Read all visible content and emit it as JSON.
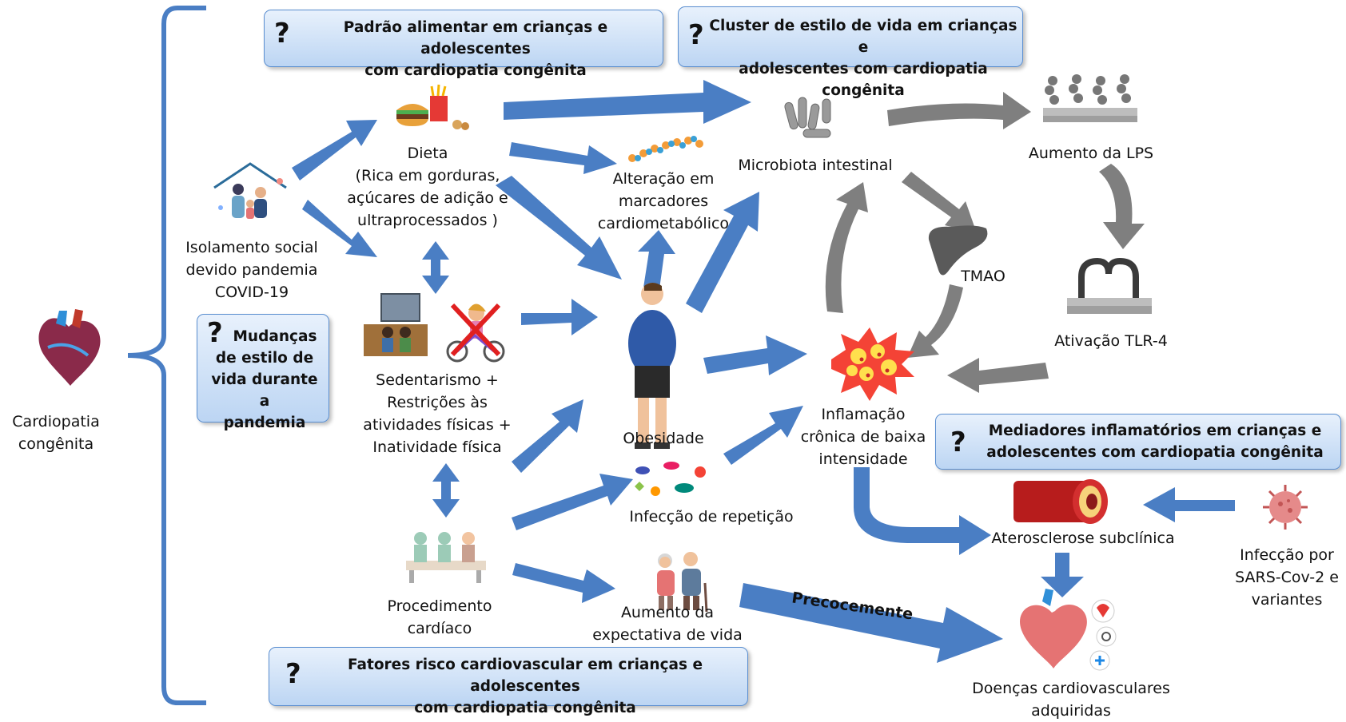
{
  "nodes": {
    "cardiopatia": [
      "Cardiopatia",
      "congênita"
    ],
    "isolamento": [
      "Isolamento social",
      "devido pandemia",
      "COVID-19"
    ],
    "dieta": [
      "Dieta",
      "(Rica em gorduras,",
      "açúcares de adição e",
      "ultraprocessados )"
    ],
    "sedentarismo": [
      "Sedentarismo +",
      "Restrições às",
      "atividades físicas +",
      "Inatividade física"
    ],
    "procedimento": [
      "Procedimento",
      "cardíaco"
    ],
    "alteracao": [
      "Alteração em",
      "marcadores",
      "cardiometabólico"
    ],
    "obesidade": [
      "Obesidade"
    ],
    "infeccao_repeticao": [
      "Infecção de repetição"
    ],
    "expectativa": [
      "Aumento da",
      "expectativa de vida"
    ],
    "microbiota": [
      "Microbiota intestinal"
    ],
    "lps": [
      "Aumento da LPS"
    ],
    "tmao": [
      "TMAO"
    ],
    "tlr4": [
      "Ativação TLR-4"
    ],
    "inflamacao": [
      "Inflamação",
      "crônica de baixa",
      "intensidade"
    ],
    "aterosclerose": [
      "Aterosclerose subclínica"
    ],
    "sars": [
      "Infecção por",
      "SARS-Cov-2 e",
      "variantes"
    ],
    "doencas": [
      "Doenças cardiovasculares",
      "adquiridas"
    ]
  },
  "questions": {
    "padrao": [
      "Padrão alimentar em crianças e adolescentes",
      "com cardiopatia congênita"
    ],
    "cluster": [
      "Cluster de estilo de vida em crianças e",
      "adolescentes com cardiopatia congênita"
    ],
    "mudancas": [
      "Mudanças",
      "de estilo de",
      "vida durante a",
      "pandemia"
    ],
    "mediadores": [
      "Mediadores inflamatórios em crianças e",
      "adolescentes com cardiopatia congênita"
    ],
    "fatores": [
      "Fatores risco cardiovascular em crianças e adolescentes",
      "com cardiopatia congênita"
    ]
  },
  "question_mark": "?",
  "arrow_label": "Precocemente",
  "colors": {
    "blue_arrow": "#4a7ec4",
    "grey_arrow": "#7f7f7f",
    "box_border": "#5a8ed0",
    "brace": "#4a7ec4"
  }
}
